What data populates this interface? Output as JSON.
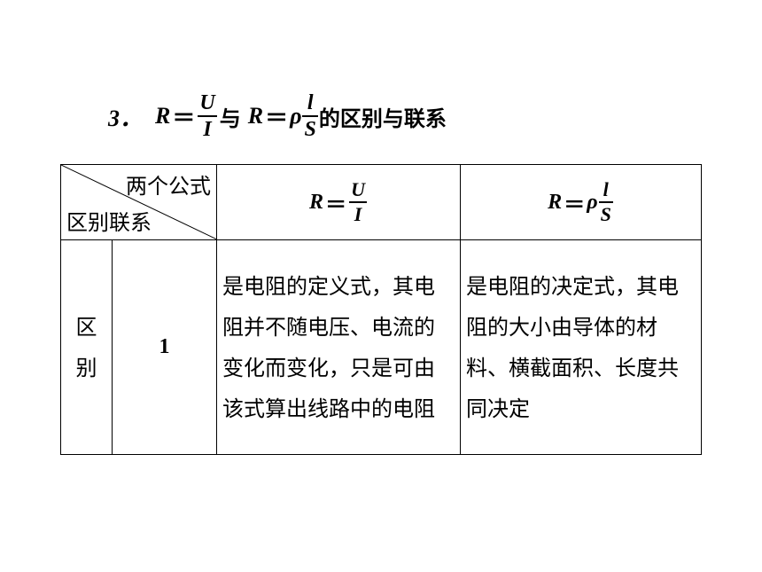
{
  "heading": {
    "number": "3．",
    "formula1": {
      "lhs": "R",
      "eq": "＝",
      "num": "U",
      "den": "I"
    },
    "connector": "与",
    "formula2": {
      "lhs": "R",
      "eq": "＝",
      "coef": "ρ",
      "num": "l",
      "den": "S"
    },
    "suffix": "的区别与联系"
  },
  "table": {
    "corner_top": "两个公式",
    "corner_bottom": "区别联系",
    "col1_formula": {
      "lhs": "R",
      "eq": "＝",
      "num": "U",
      "den": "I"
    },
    "col2_formula": {
      "lhs": "R",
      "eq": "＝",
      "coef": "ρ",
      "num": "l",
      "den": "S"
    },
    "row_group": [
      "区",
      "别"
    ],
    "row_index": "1",
    "col1_text": "是电阻的定义式，其电阻并不随电压、电流的变化而变化，只是可由该式算出线路中的电阻",
    "col2_text": "是电阻的决定式，其电阻的大小由导体的材料、横截面积、长度共同决定"
  }
}
